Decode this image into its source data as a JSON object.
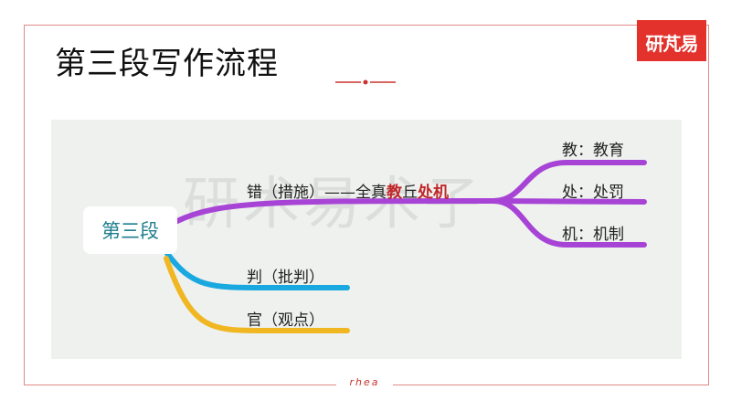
{
  "slide": {
    "title": "第三段写作流程",
    "logo_text": "研芃易",
    "footer": "rhea",
    "watermark": "研术易术子"
  },
  "mindmap": {
    "root": "第三段",
    "branches": [
      {
        "label_prefix": "错（措施）——全真",
        "highlight_1": "教",
        "plain_mid": "丘",
        "highlight_2": "处机",
        "color": "#a744d6",
        "children": [
          {
            "label": "教：教育"
          },
          {
            "label": "处：处罚"
          },
          {
            "label": "机：机制"
          }
        ]
      },
      {
        "label": "判（批判）",
        "color": "#1aa8e0"
      },
      {
        "label": "官（观点）",
        "color": "#f0b722"
      }
    ]
  },
  "colors": {
    "frame": "#e08a88",
    "accent_red": "#e3312c",
    "purple": "#a744d6",
    "blue": "#1aa8e0",
    "yellow": "#f0b722",
    "panel": "#eef1ee"
  }
}
